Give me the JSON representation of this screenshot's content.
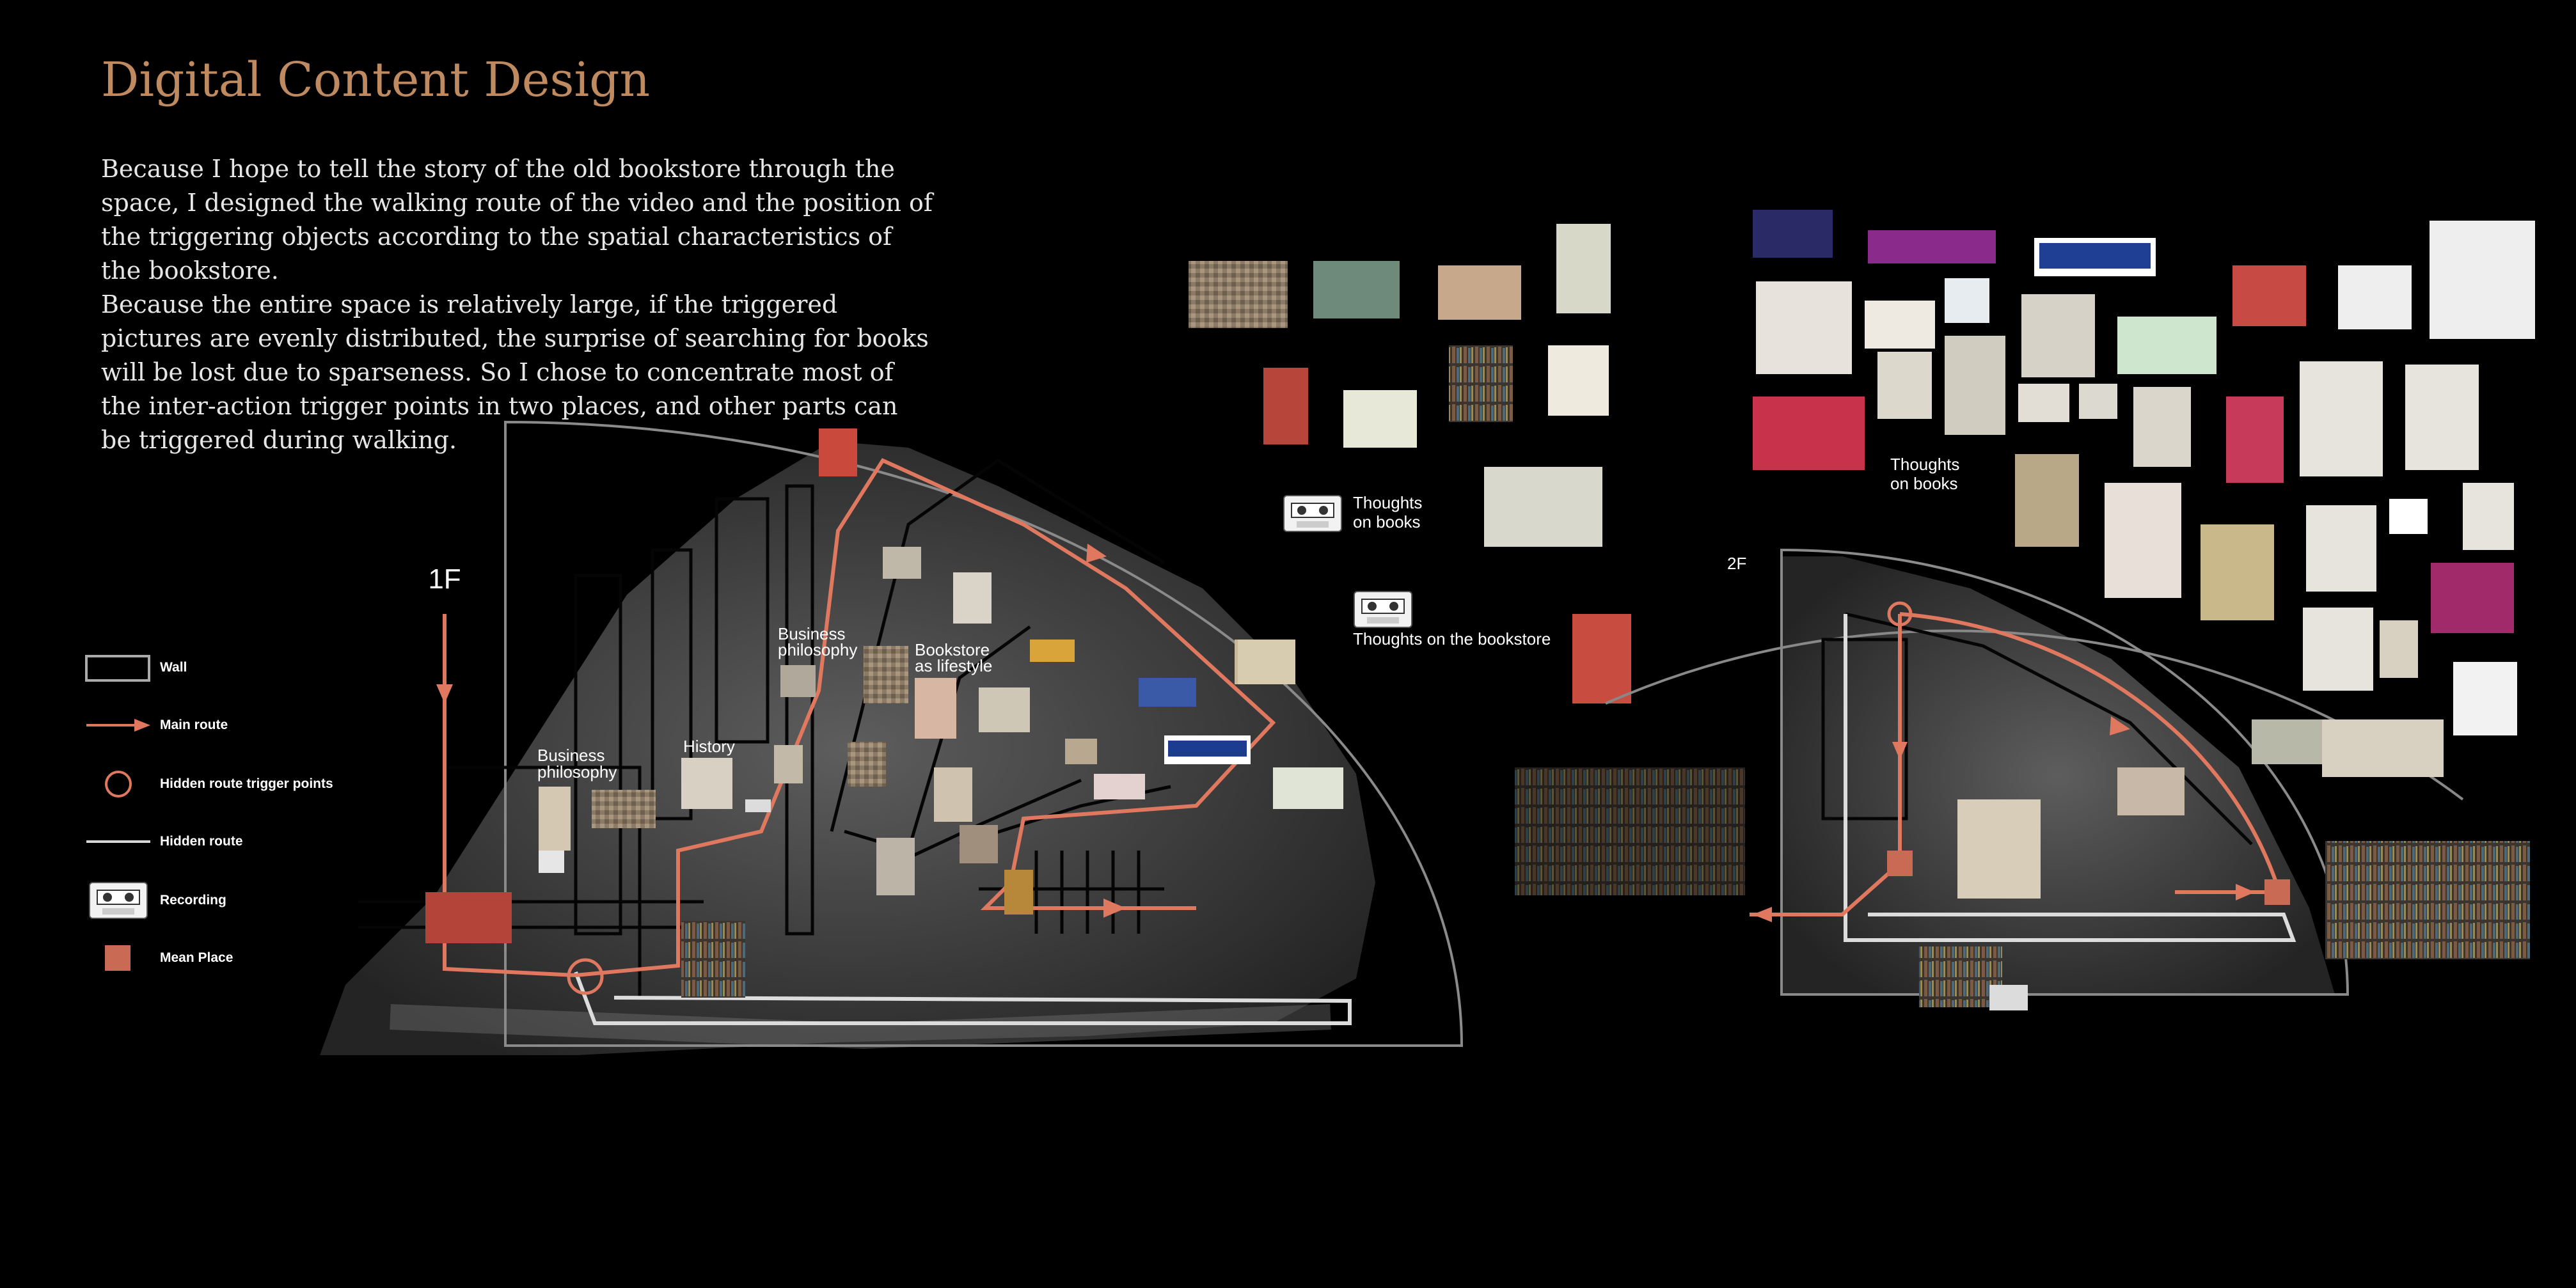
{
  "title": "Digital Content Design",
  "paragraphs": [
    "Because I hope to tell the story of the old bookstore through the space, I designed the walking route of the video and the position of the triggering objects according to the spatial characteristics of the bookstore.",
    "Because the entire space is relatively large, if the triggered pictures are evenly distributed, the surprise of searching for books will be lost due to sparseness. So I chose to concentrate most of the inter-action trigger points in two places, and other parts can be triggered during walking."
  ],
  "legend": {
    "wall": "Wall",
    "main_route": "Main route",
    "hidden_trigger": "Hidden route trigger points",
    "hidden_route": "Hidden route",
    "recording": "Recording",
    "mean_place": "Mean Place"
  },
  "floors": {
    "first": "1F",
    "second": "2F"
  },
  "area_labels": {
    "business_philosophy_a": [
      "Business",
      "philosophy"
    ],
    "business_philosophy_b": [
      "Business",
      "philosophy"
    ],
    "history": "History",
    "bookstore_lifestyle": [
      "Bookstore",
      "as lifestyle"
    ],
    "thoughts_books_a": [
      "Thoughts",
      "on books"
    ],
    "thoughts_books_b": [
      "Thoughts",
      "on books"
    ],
    "thoughts_bookstore": "Thoughts on the bookstore"
  },
  "colors": {
    "accent": "#d9705a",
    "title": "#c08a60",
    "route": "#e0785f",
    "hidden_route": "#d8d8d8",
    "mean_place": "#c96a54"
  },
  "icons": [
    "cassette-icon",
    "wall-icon",
    "arrow-icon",
    "circle-icon",
    "square-icon"
  ]
}
